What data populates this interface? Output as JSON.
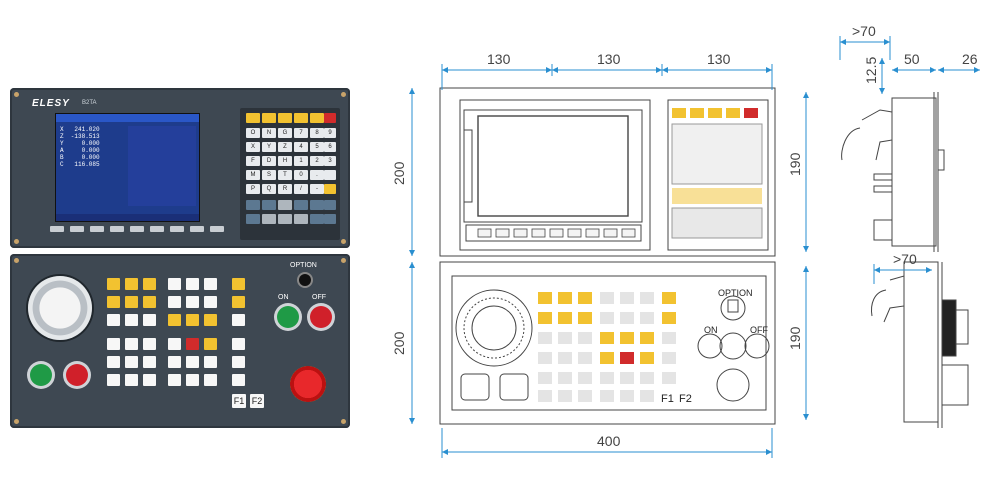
{
  "panel": {
    "brand": "ELESY",
    "model": "B2TA",
    "screen_lines": "X   241.020\nZ  -138.513\nY     0.000\nA     0.000\nB     0.000\nC   116.085",
    "option_label": "OPTION",
    "on_label": "ON",
    "off_label": "OFF",
    "f1_label": "F1",
    "f2_label": "F2"
  },
  "keypad": {
    "rows": [
      [
        "O",
        "N",
        "G",
        "7",
        "8",
        "9"
      ],
      [
        "X",
        "Y",
        "Z",
        "4",
        "5",
        "6"
      ],
      [
        "F",
        "D",
        "H",
        "1",
        "2",
        "3"
      ],
      [
        "M",
        "S",
        "T",
        "0",
        ".",
        ""
      ],
      [
        "P",
        "Q",
        "R",
        "/",
        "-",
        ""
      ]
    ]
  },
  "drawing": {
    "front_width_segments": [
      "130",
      "130",
      "130"
    ],
    "height_upper": "200",
    "height_lower": "200",
    "height_upper_inner": "190",
    "height_lower_inner": "190",
    "total_width": "400",
    "side_top": ">70",
    "side_bottom": ">70",
    "side_12_5": "12.5",
    "side_50": "50",
    "side_26": "26",
    "option_label": "OPTION",
    "on_label": "ON",
    "off_label": "OFF",
    "f1_label": "F1",
    "f2_label": "F2"
  },
  "colors": {
    "panel": "#3e4852",
    "dim_line": "#2a8fd0",
    "drawing_line": "#444444",
    "accent_yellow": "#f2c230",
    "accent_red": "#d12b2b",
    "accent_green": "#1f9a46"
  }
}
